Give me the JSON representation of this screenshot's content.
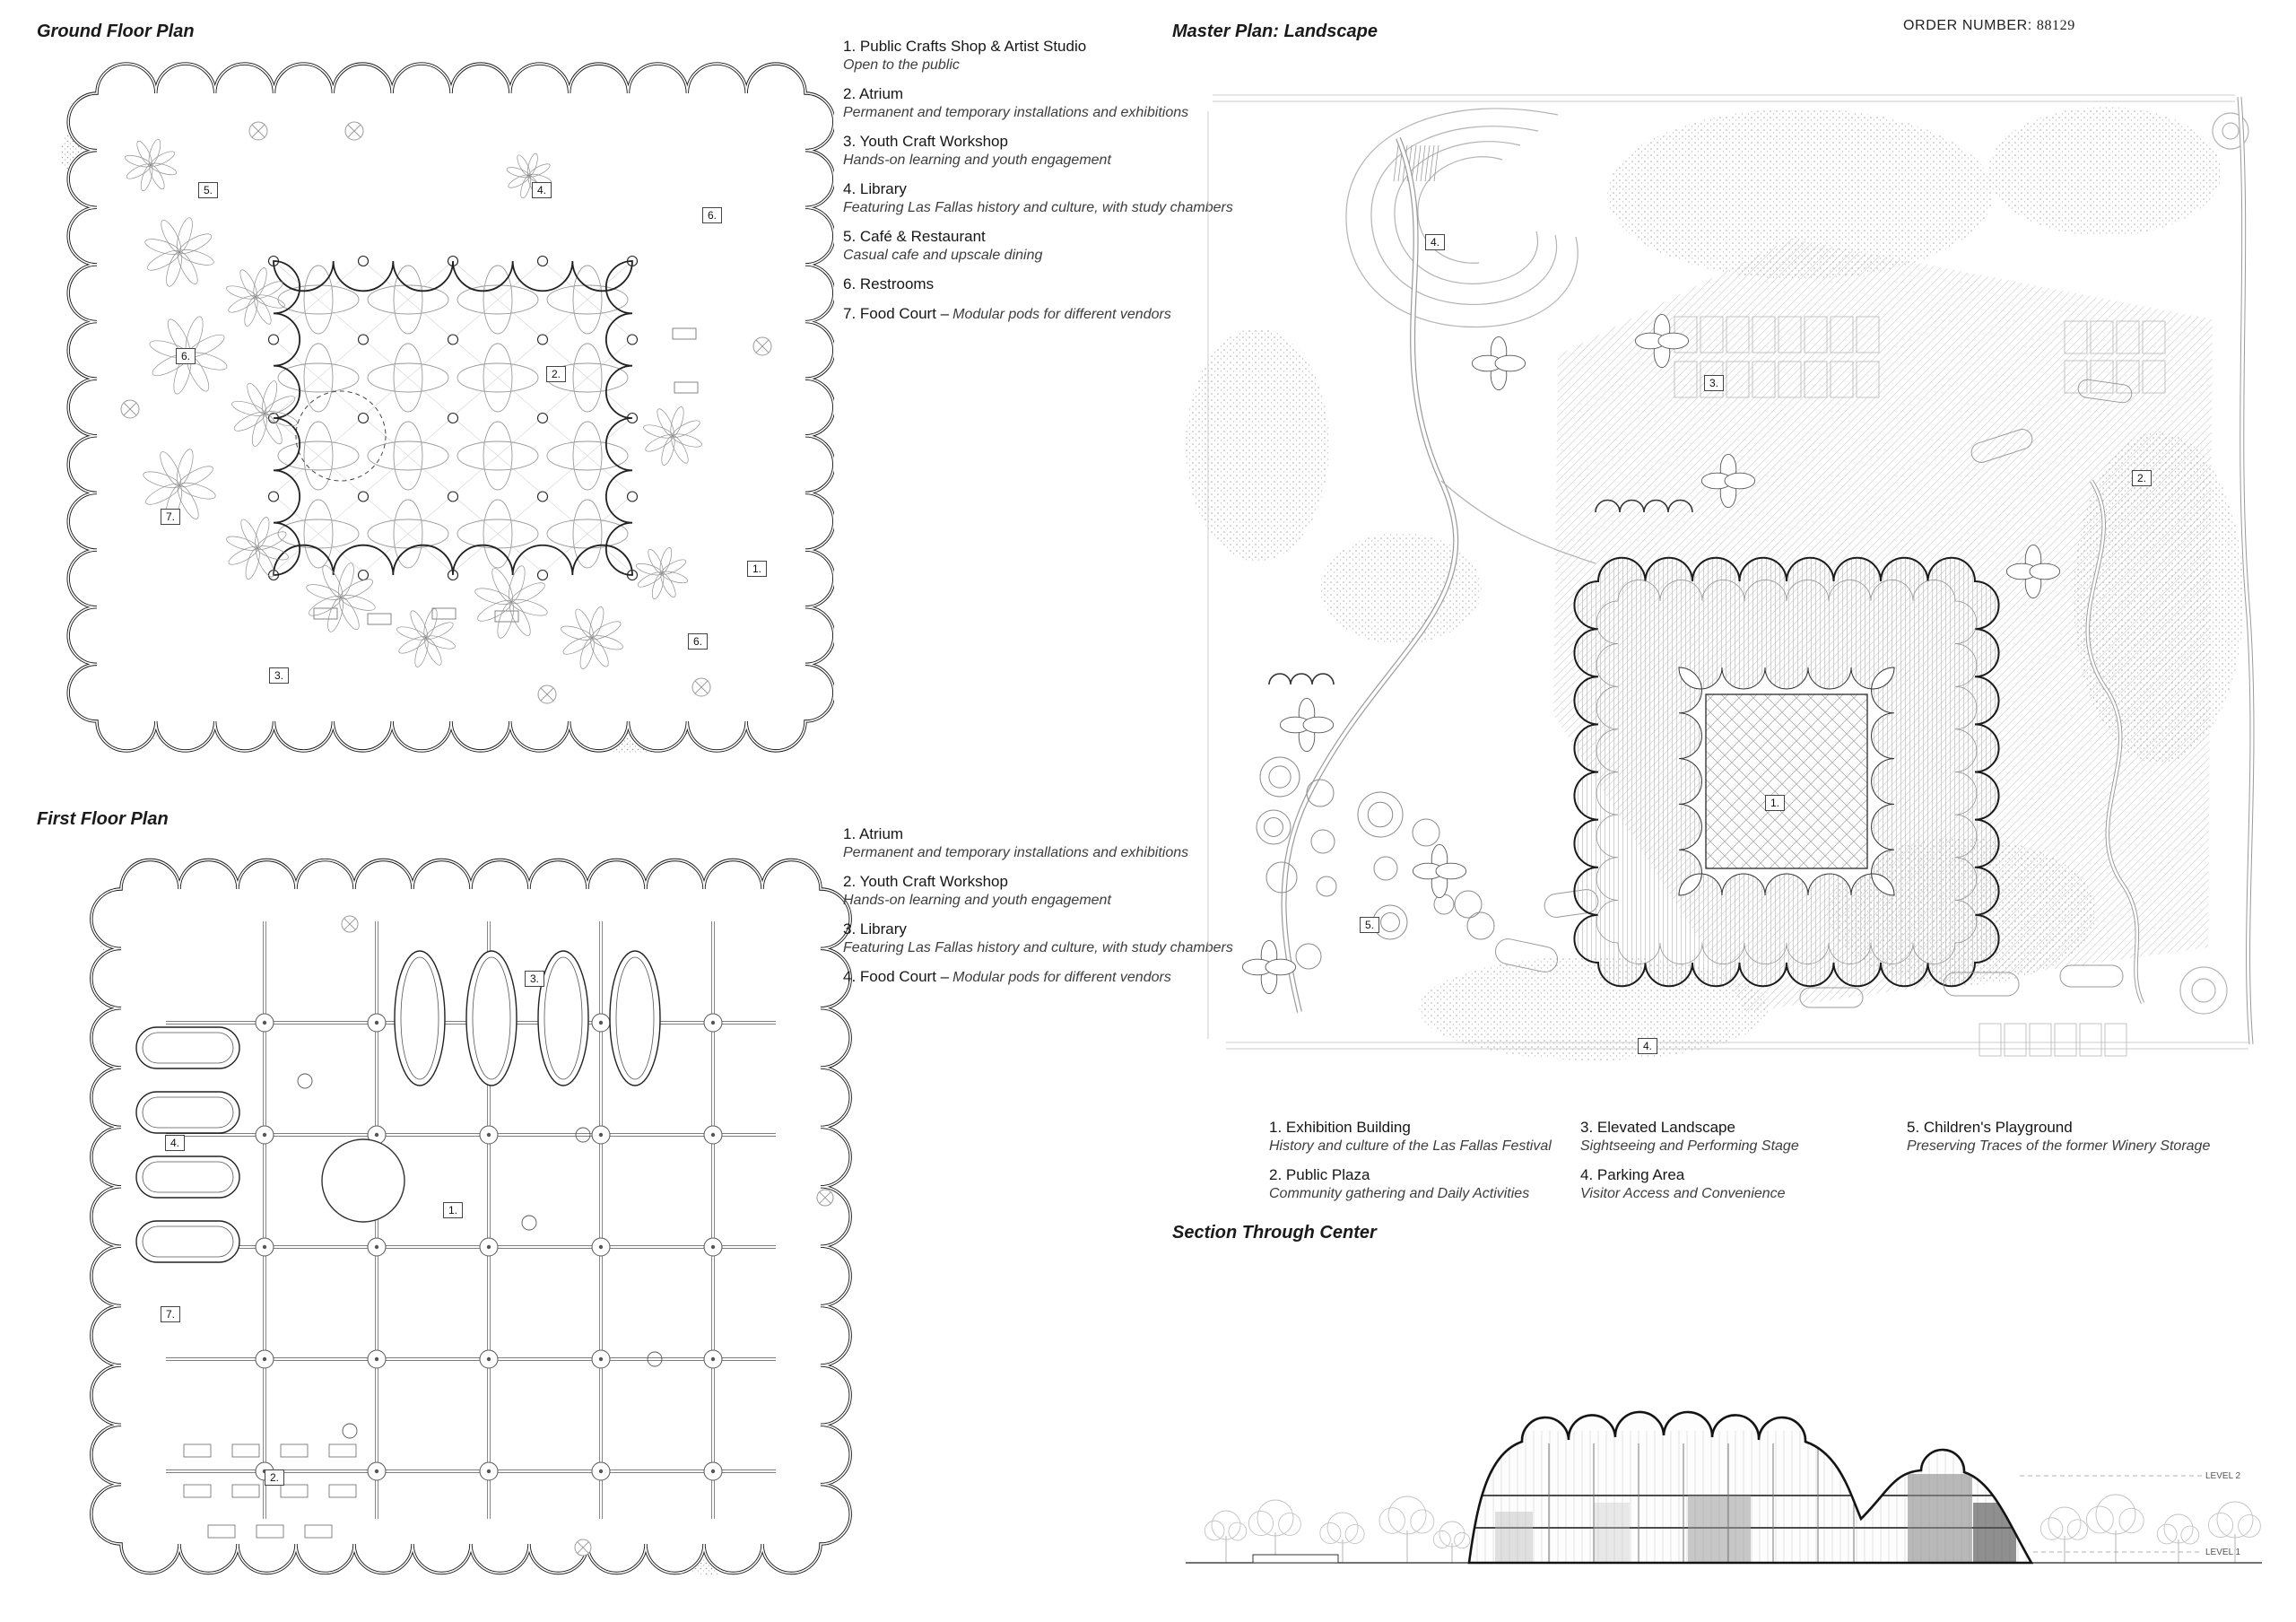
{
  "meta": {
    "order_label": "ORDER NUMBER:",
    "order_number": "88129"
  },
  "panels": {
    "ground_floor": {
      "title": "Ground Floor Plan",
      "legend": [
        {
          "name": "1. Public Crafts Shop & Artist Studio",
          "desc": "Open to the public"
        },
        {
          "name": "2. Atrium",
          "desc": "Permanent and temporary installations and exhibitions"
        },
        {
          "name": "3. Youth Craft Workshop",
          "desc": "Hands-on learning and youth engagement"
        },
        {
          "name": "4. Library",
          "desc": "Featuring Las Fallas history and culture, with study chambers"
        },
        {
          "name": "5. Café & Restaurant",
          "desc": "Casual cafe and upscale dining"
        },
        {
          "name": "6. Restrooms",
          "desc": ""
        },
        {
          "name": "7. Food Court –",
          "desc": "Modular pods for different vendors"
        }
      ],
      "plan_labels": [
        "5.",
        "4.",
        "6.",
        "6.",
        "2.",
        "7.",
        "1.",
        "6.",
        "3."
      ]
    },
    "first_floor": {
      "title": "First Floor Plan",
      "legend": [
        {
          "name": "1. Atrium",
          "desc": "Permanent and temporary installations and exhibitions"
        },
        {
          "name": "2. Youth Craft Workshop",
          "desc": "Hands-on learning and youth engagement"
        },
        {
          "name": "3. Library",
          "desc": "Featuring Las Fallas history and culture, with study chambers"
        },
        {
          "name": "4. Food Court –",
          "desc": "Modular pods for different vendors"
        }
      ],
      "plan_labels": [
        "3.",
        "4.",
        "1.",
        "7.",
        "2."
      ]
    },
    "master_plan": {
      "title": "Master Plan: Landscape",
      "legend": [
        {
          "name": "1. Exhibition Building",
          "desc": "History and culture of the Las Fallas Festival"
        },
        {
          "name": "2. Public Plaza",
          "desc": "Community gathering and Daily Activities"
        },
        {
          "name": "3. Elevated Landscape",
          "desc": "Sightseeing and Performing Stage"
        },
        {
          "name": "4. Parking Area",
          "desc": "Visitor Access and Convenience"
        },
        {
          "name": "5. Children's Playground",
          "desc": "Preserving Traces of the former Winery Storage"
        }
      ],
      "plan_labels": [
        "4.",
        "3.",
        "2.",
        "1.",
        "5.",
        "4."
      ]
    },
    "section": {
      "title": "Section Through Center",
      "levels": [
        "LEVEL 2",
        "LEVEL 1"
      ]
    }
  }
}
